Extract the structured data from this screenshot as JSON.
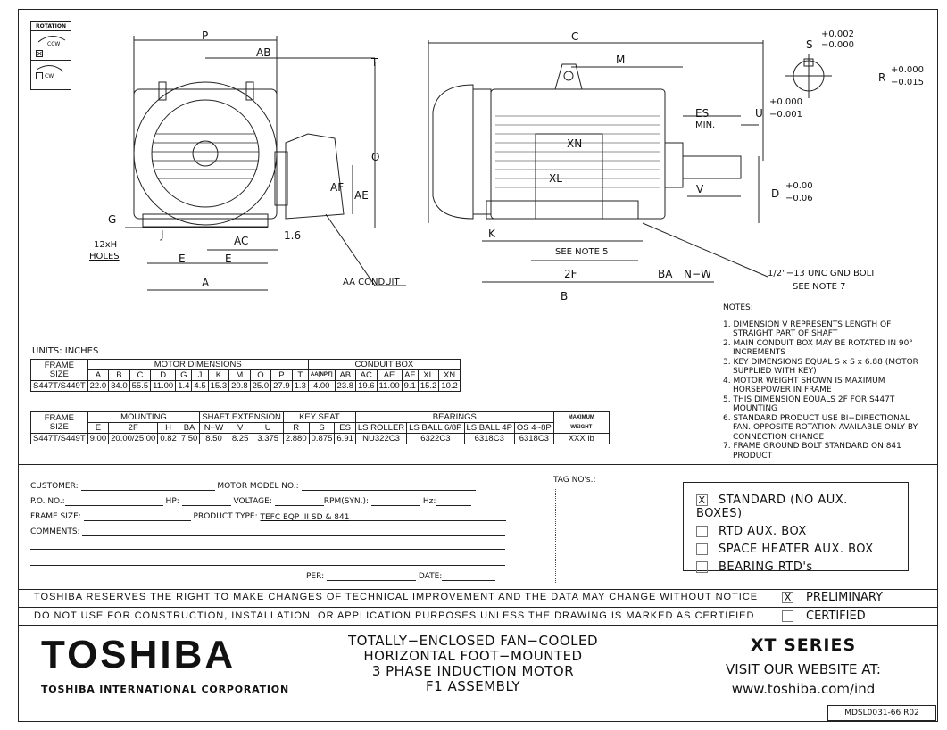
{
  "rotation": {
    "title": "ROTATION",
    "ccw": "CCW",
    "cw": "CW",
    "ccw_checked": true
  },
  "dims_left": [
    "P",
    "AB",
    "T",
    "O",
    "AF",
    "AE",
    "G",
    "J",
    "12xH",
    "HOLES",
    "AC",
    "1.6",
    "E",
    "E",
    "A",
    "AA CONDUIT"
  ],
  "dims_right": [
    "C",
    "M",
    "S",
    "+0.002",
    "−0.000",
    "R",
    "+0.000",
    "−0.015",
    "ES",
    "MIN.",
    "U",
    "+0.000",
    "−0.001",
    "XN",
    "XL",
    "V",
    "D",
    "+0.00",
    "−0.06",
    "K",
    "SEE NOTE 5",
    "2F",
    "BA",
    "N−W",
    "1/2\"−13 UNC GND BOLT",
    "SEE NOTE 7",
    "B"
  ],
  "units": "UNITS: INCHES",
  "table1": {
    "frame_header": [
      "FRAME",
      "SIZE"
    ],
    "group1": "MOTOR DIMENSIONS",
    "group2": "CONDUIT BOX",
    "cols": [
      "A",
      "B",
      "C",
      "D",
      "G",
      "J",
      "K",
      "M",
      "O",
      "P",
      "T",
      "AA[NPT]",
      "AB",
      "AC",
      "AE",
      "AF",
      "XL",
      "XN"
    ],
    "row": [
      "S447T/S449T",
      "22.0",
      "34.0",
      "55.5",
      "11.00",
      "1.4",
      "4.5",
      "15.3",
      "20.8",
      "25.0",
      "27.9",
      "1.3",
      "4.00",
      "23.8",
      "19.6",
      "11.00",
      "9.1",
      "15.2",
      "10.2"
    ]
  },
  "table2": {
    "frame_header": [
      "FRAME",
      "SIZE"
    ],
    "groups": [
      "MOUNTING",
      "SHAFT EXTENSION",
      "KEY SEAT",
      "BEARINGS"
    ],
    "weight_header": [
      "MAXIMUM",
      "WEIGHT"
    ],
    "cols": [
      "E",
      "2F",
      "H",
      "BA",
      "N−W",
      "V",
      "U",
      "R",
      "S",
      "ES",
      "LS ROLLER",
      "LS BALL 6/8P",
      "LS BALL 4P",
      "OS 4~8P"
    ],
    "row": [
      "S447T/S449T",
      "9.00",
      "20.00/25.00",
      "0.82",
      "7.50",
      "8.50",
      "8.25",
      "3.375",
      "2.880",
      "0.875",
      "6.91",
      "NU322C3",
      "6322C3",
      "6318C3",
      "6318C3",
      "XXX lb"
    ]
  },
  "notes": {
    "title": "NOTES:",
    "items": [
      "1. DIMENSION V REPRESENTS LENGTH OF STRAIGHT PART OF SHAFT",
      "2. MAIN CONDUIT BOX MAY BE ROTATED IN 90° INCREMENTS",
      "3. KEY DIMENSIONS EQUAL S x S x 6.88 (MOTOR SUPPLIED WITH KEY)",
      "4. MOTOR WEIGHT SHOWN IS MAXIMUM HORSEPOWER IN FRAME",
      "5. THIS DIMENSION EQUALS 2F FOR S447T MOUNTING",
      "6. STANDARD PRODUCT USE BI−DIRECTIONAL FAN. OPPOSITE ROTATION AVAILABLE ONLY BY CONNECTION CHANGE",
      "7. FRAME GROUND BOLT STANDARD ON 841 PRODUCT"
    ]
  },
  "form": {
    "customer": "CUSTOMER:",
    "motor_model": "MOTOR MODEL NO.:",
    "po": "P.O. NO.:",
    "hp": "HP:",
    "voltage": "VOLTAGE:",
    "rpm": "RPM(SYN.):",
    "hz": "Hz:",
    "frame_size": "FRAME SIZE:",
    "product_type": "PRODUCT TYPE:",
    "product_type_value": "TEFC EQP III  SD & 841",
    "comments": "COMMENTS:",
    "per": "PER:",
    "date": "DATE:",
    "tag": "TAG NO's.:"
  },
  "options": [
    {
      "label": "STANDARD (NO AUX. BOXES)",
      "checked": true
    },
    {
      "label": "RTD AUX. BOX",
      "checked": false
    },
    {
      "label": "SPACE HEATER AUX. BOX",
      "checked": false
    },
    {
      "label": "BEARING RTD's",
      "checked": false
    }
  ],
  "check_mark": "X",
  "disclaimer1": "TOSHIBA RESERVES THE RIGHT TO MAKE CHANGES OF TECHNICAL IMPROVEMENT AND THE DATA MAY CHANGE WITHOUT NOTICE",
  "disclaimer2": "DO NOT USE FOR CONSTRUCTION, INSTALLATION, OR APPLICATION PURPOSES UNLESS THE DRAWING IS MARKED AS CERTIFIED",
  "preliminary": {
    "label": "PRELIMINARY",
    "checked": true
  },
  "certified": {
    "label": "CERTIFIED",
    "checked": false
  },
  "logo": "TOSHIBA",
  "company": "TOSHIBA INTERNATIONAL CORPORATION",
  "description": [
    "TOTALLY−ENCLOSED FAN−COOLED",
    "HORIZONTAL FOOT−MOUNTED",
    "3 PHASE INDUCTION MOTOR",
    "F1 ASSEMBLY"
  ],
  "series": "XT SERIES",
  "website_label": "VISIT OUR WEBSITE AT:",
  "website": "www.toshiba.com/ind",
  "drawing_no": "MDSL0031-66  R02"
}
